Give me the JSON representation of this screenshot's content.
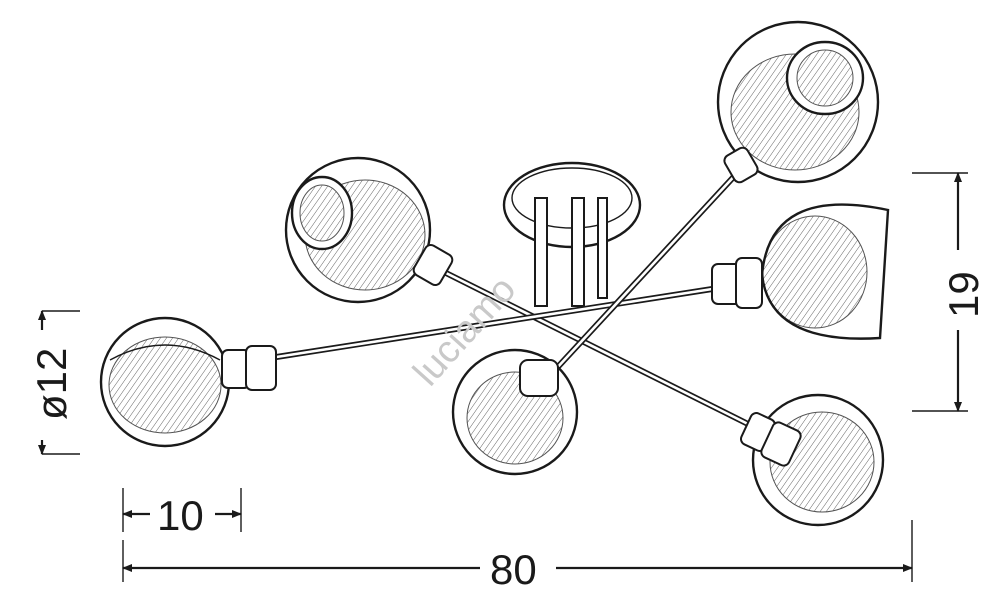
{
  "diagram": {
    "dimensions": {
      "diameter_label": "ø12",
      "height_label": "19",
      "shade_width_label": "10",
      "total_width_label": "80"
    },
    "watermark": "luciamo"
  }
}
